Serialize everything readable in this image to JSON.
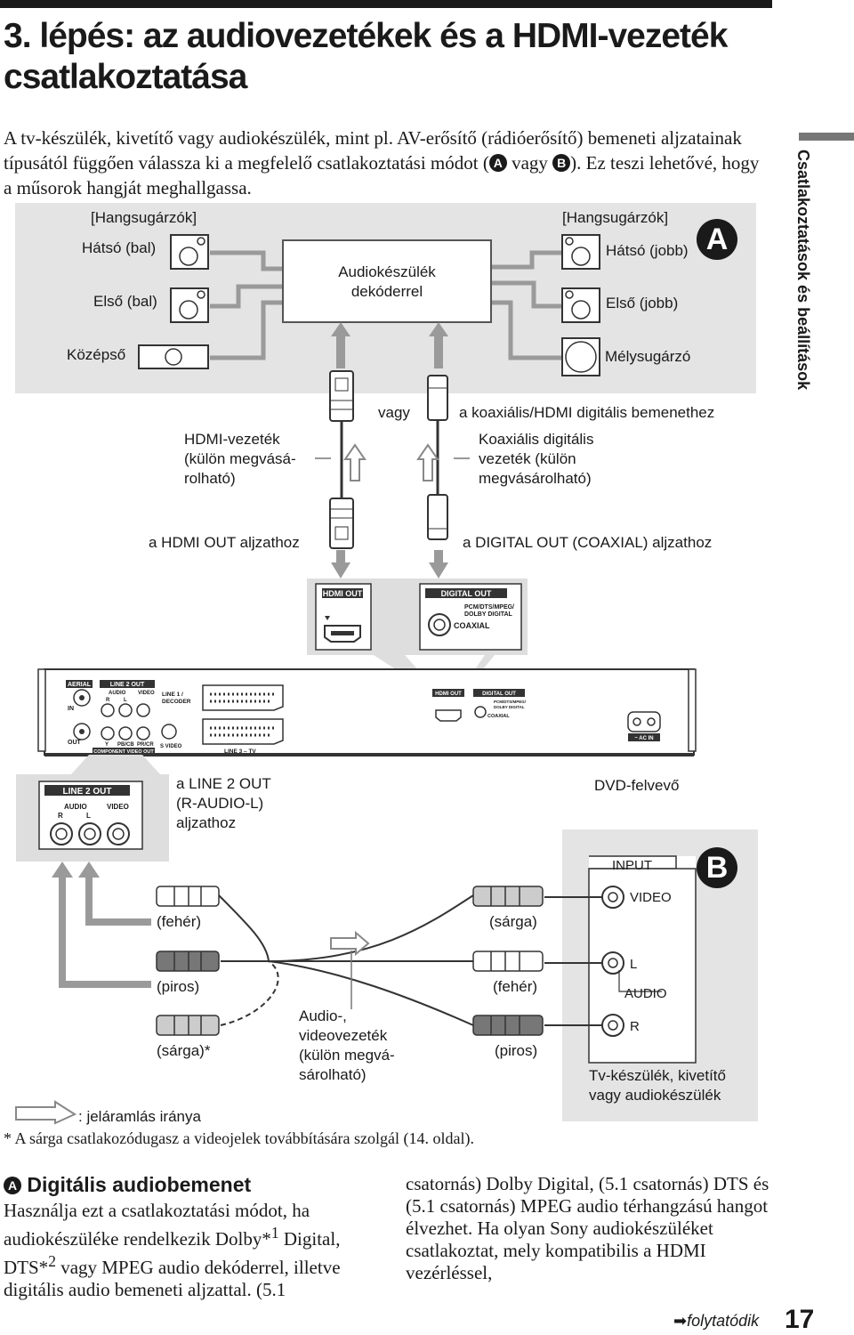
{
  "heading": {
    "title_line1": "3. lépés: az audiovezetékek és a HDMI-vezeték",
    "title_line2": "csatlakoztatása"
  },
  "intro": {
    "part1": "A tv-készülék, kivetítő vagy audiokészülék, mint pl. AV-erősítő (rádióerősítő) bemeneti aljzatainak típusától függően válassza ki a megfelelő csatlakoztatási módot (",
    "letter_a": "A",
    "part2": " vagy ",
    "letter_b": "B",
    "part3": "). Ez teszi lehetővé, hogy a műsorok hangját meghallgassa."
  },
  "side_tab": "Csatlakoztatások és beállítások",
  "diagram_a": {
    "badge": "A",
    "speakers_left_header": "[Hangsugárzók]",
    "speakers_right_header": "[Hangsugárzók]",
    "rear_left": "Hátsó (bal)",
    "front_left": "Első (bal)",
    "center": "Középső",
    "rear_right": "Hátsó (jobb)",
    "front_right": "Első (jobb)",
    "subwoofer": "Mélysugárzó",
    "decoder_line1": "Audiokészülék",
    "decoder_line2": "dekóderrel",
    "or": "vagy",
    "to_digital_input": "a koaxiális/HDMI digitális bemenethez",
    "hdmi_cable": [
      "HDMI-vezeték",
      "(külön megvásá-",
      "rolható)"
    ],
    "coax_cable": [
      "Koaxiális digitális",
      "vezeték (külön",
      "megvásárolható)"
    ],
    "to_hdmi_out": "a HDMI OUT aljzathoz",
    "to_digital_out": "a DIGITAL OUT (COAXIAL) aljzathoz",
    "hdmi_out_jack": "HDMI OUT",
    "digital_out_jack": "DIGITAL OUT",
    "digital_formats_1": "PCM/DTS/MPEG/",
    "digital_formats_2": "DOLBY DIGITAL",
    "coaxial": "COAXIAL"
  },
  "recorder_panel": {
    "aerial": "AERIAL",
    "in": "IN",
    "out": "OUT",
    "line2_out": "LINE 2 OUT",
    "audio": "AUDIO",
    "video": "VIDEO",
    "r": "R",
    "l": "L",
    "y": "Y",
    "pb_cb": "PB/CB",
    "pr_cr": "PR/CR",
    "s_video": "S VIDEO",
    "component_video_out": "COMPONENT VIDEO OUT",
    "line1_decoder_1": "LINE 1 /",
    "line1_decoder_2": "DECODER",
    "line3_tv": "LINE 3 – TV",
    "hdmi_out": "HDMI OUT",
    "digital_out": "DIGITAL OUT",
    "fmt1": "PCM/DTS/MPEG/",
    "fmt2": "DOLBY DIGITAL",
    "coaxial": "COAXIAL",
    "ac_in": "~ AC IN"
  },
  "diagram_b": {
    "badge": "B",
    "line2_jack_label": "LINE 2 OUT",
    "audio": "AUDIO",
    "video": "VIDEO",
    "r": "R",
    "l": "L",
    "to_line2_out": [
      "a LINE 2 OUT",
      "(R-AUDIO-L)",
      "aljzathoz"
    ],
    "recorder_name": "DVD-felvevő",
    "white_left": "(fehér)",
    "red_left": "(piros)",
    "yellow_left": "(sárga)*",
    "yellow_right": "(sárga)",
    "white_right": "(fehér)",
    "red_right": "(piros)",
    "av_cable": [
      "Audio-,",
      "videovezeték",
      "(külön megvá-",
      "sárolható)"
    ],
    "input": "INPUT",
    "input_video": "VIDEO",
    "input_l": "L",
    "input_audio": "AUDIO",
    "input_r": "R",
    "tv_device": [
      "Tv-készülék, kivetítő",
      "vagy audiokészülék"
    ],
    "flow_legend": ": jeláramlás iránya"
  },
  "footnote": "* A sárga csatlakozódugasz a videojelek továbbítására szolgál (14. oldal).",
  "section": {
    "letter": "A",
    "title": "Digitális audiobemenet",
    "left_text_1": "Használja ezt a csatlakoztatási módot, ha audiokészüléke rendelkezik Dolby*",
    "sup1": "1",
    "left_text_2": " Digital, DTS*",
    "sup2": "2",
    "left_text_3": " vagy MPEG audio dekóderrel, illetve digitális audio bemeneti aljzattal. (5.1",
    "right_text": "csatornás) Dolby Digital, (5.1 csatornás) DTS és (5.1 csatornás) MPEG audio térhangzású hangot élvezhet. Ha olyan Sony audiokészüléket csatlakoztat, mely kompatibilis a HDMI vezérléssel,"
  },
  "footer": {
    "continued": "folytatódik",
    "page_number": "17"
  }
}
